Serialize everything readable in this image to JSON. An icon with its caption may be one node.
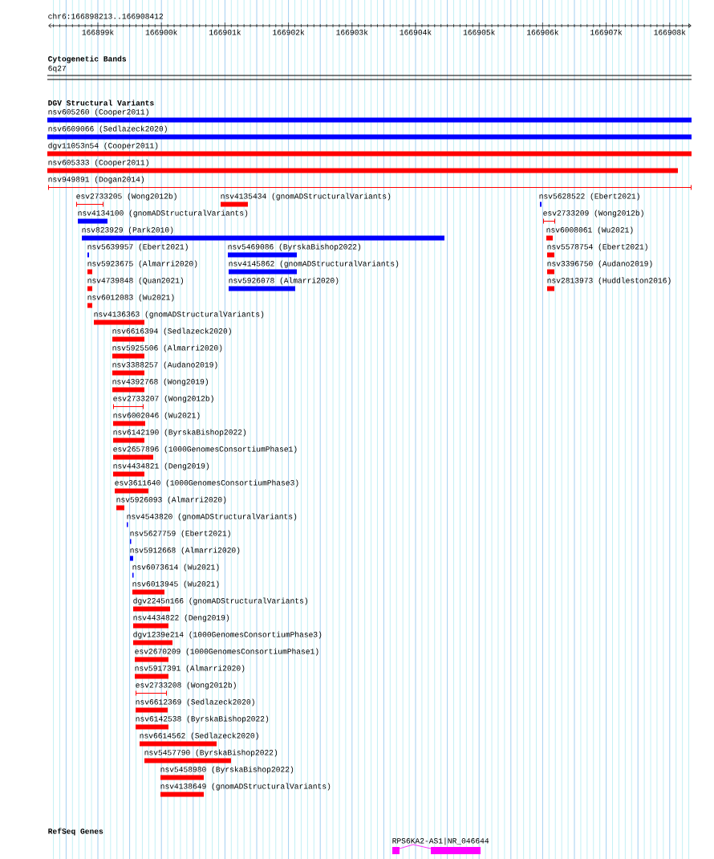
{
  "diagram": {
    "labels": [
      "chr6:166898213..166908412",
      "166899k",
      "166900k",
      "166901k",
      "166902k",
      "166903k",
      "166904k",
      "166905k",
      "166906k",
      "166907k",
      "166908k",
      "Cytogenetic Bands",
      "6q27",
      "DGV Structural Variants",
      "nsv605260 (Cooper2011)",
      "nsv6609066 (Sedlazeck2020)",
      "dgv11053n54 (Cooper2011)",
      "nsv605333 (Cooper2011)",
      "nsv949891 (Dogan2014)",
      "esv2733205 (Wong2012b)",
      "nsv4135434 (gnomADStructuralVariants)",
      "nsv5628522 (Ebert2021)",
      "nsv4134100 (gnomADStructuralVariants)",
      "esv2733209 (Wong2012b)",
      "nsv823929 (Park2010)",
      "nsv6008061 (Wu2021)",
      "nsv5639957 (Ebert2021)",
      "nsv5469086 (ByrskaBishop2022)",
      "nsv5578754 (Ebert2021)",
      "nsv5923675 (Almarri2020)",
      "nsv4145862 (gnomADStructuralVariants)",
      "nsv3396750 (Audano2019)",
      "nsv4739848 (Quan2021)",
      "nsv5926078 (Almarri2020)",
      "nsv2813973 (Huddleston2016)",
      "nsv6012083 (Wu2021)",
      "nsv4136363 (gnomADStructuralVariants)",
      "nsv6616394 (Sedlazeck2020)",
      "nsv5925506 (Almarri2020)",
      "nsv3388257 (Audano2019)",
      "nsv4392768 (Wong2019)",
      "esv2733207 (Wong2012b)",
      "nsv6002046 (Wu2021)",
      "nsv6142190 (ByrskaBishop2022)",
      "esv2657896 (1000GenomesConsortiumPhase1)",
      "nsv4434821 (Deng2019)",
      "esv3611640 (1000GenomesConsortiumPhase3)",
      "nsv5926093 (Almarri2020)",
      "nsv4543820 (gnomADStructuralVariants)",
      "nsv5627759 (Ebert2021)",
      "nsv5912668 (Almarri2020)",
      "nsv6073614 (Wu2021)",
      "nsv6013945 (Wu2021)",
      "dgv2245n166 (gnomADStructuralVariants)",
      "nsv4434822 (Deng2019)",
      "dgv1239e214 (1000GenomesConsortiumPhase3)",
      "esv2670209 (1000GenomesConsortiumPhase1)",
      "nsv5917391 (Almarri2020)",
      "esv2733208 (Wong2012b)",
      "nsv6612369 (Sedlazeck2020)",
      "nsv6142538 (ByrskaBishop2022)",
      "nsv6614562 (Sedlazeck2020)",
      "nsv5457790 (ByrskaBishop2022)",
      "nsv5458980 (ByrskaBishop2022)",
      "nsv4138649 (gnomADStructuralVariants)",
      "RefSeq Genes",
      "RPS6KA2-AS1|NR_046644"
    ]
  }
}
